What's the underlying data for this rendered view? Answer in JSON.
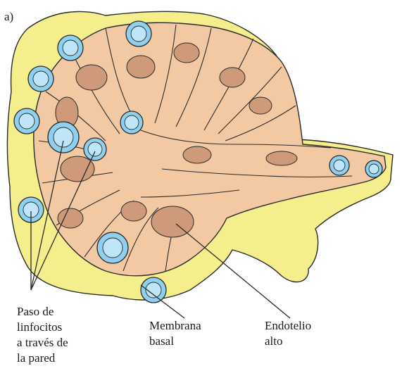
{
  "figure": {
    "panel_label": "a)",
    "labels": {
      "paso": "Paso de\nlinfocitos\na través de\nla pared",
      "membrana": "Membrana\nbasal",
      "endotelio": "Endotelio\nalto"
    },
    "colors": {
      "connective_tissue": "#f5ee8c",
      "endothelium": "#f3c9a4",
      "nucleus": "#cf9a7a",
      "lymphocyte": "#8fd0ee",
      "lymphocyte_nucleus": "#bfe6f8",
      "outline": "#2a2a2a"
    }
  }
}
